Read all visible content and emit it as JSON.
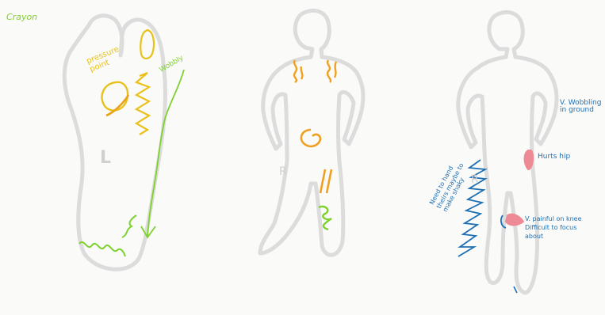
{
  "colors": {
    "outline": "#dcdcdc",
    "green": "#7fd12f",
    "yellow": "#e8c21a",
    "orange": "#f0a020",
    "blue": "#1e6fb4",
    "pink": "#ee8a96"
  },
  "panels": {
    "foot": {
      "corner_label": "Crayon",
      "side_label": "L",
      "pressure_label": "pressure\npoint",
      "wobbly_label": "Wobbly"
    },
    "body_front": {
      "side_label": "R"
    },
    "body_back": {
      "side_label": "R",
      "note_wobbling": "V. Wobbling\nin ground",
      "note_hurts_hip": "Hurts hip",
      "note_knee": "V. painful on knee\nDifficult to focus\nabout",
      "note_leg": "Need to hand\ntheirs maybe to\nmake shaky"
    }
  }
}
